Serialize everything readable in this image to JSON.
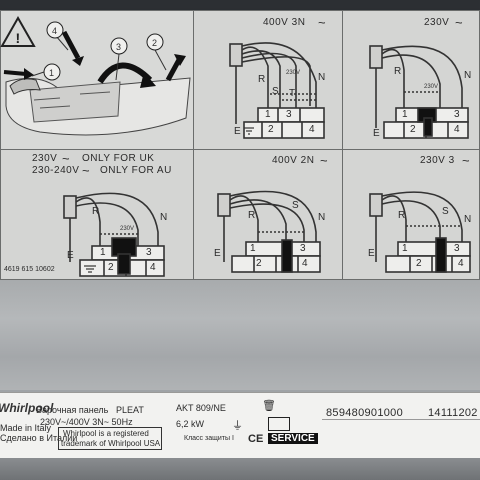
{
  "panels": {
    "top_mid": {
      "voltage": "400V 3N",
      "tilde": "~"
    },
    "top_right": {
      "voltage": "230V",
      "tilde": "~"
    },
    "bot_left": {
      "line1": "230V",
      "note1": "ONLY FOR UK",
      "line2": "230-240V",
      "note2": "ONLY FOR AU",
      "tilde": "~"
    },
    "bot_mid": {
      "voltage": "400V 2N",
      "tilde": "~"
    },
    "bot_right": {
      "voltage": "230V 3",
      "tilde": "~"
    }
  },
  "terminals": {
    "one": "1",
    "two": "2",
    "three": "3",
    "four": "4"
  },
  "wires": {
    "E": "E",
    "R": "R",
    "S": "S",
    "T": "T",
    "N": "N",
    "v230": "230V"
  },
  "install": {
    "callouts": [
      "1",
      "2",
      "3",
      "4"
    ]
  },
  "part_number": "4619 615 10602",
  "rating": {
    "brand": "Whirlpool",
    "origin": "Made in Italy",
    "origin_ru": "Сделано в Италии",
    "product_ru": "Варочная панель",
    "product": "PLEAT",
    "model": "AKT 809/NE",
    "supply": "230V~/400V 3N~ 50Hz",
    "power": "6,2 kW",
    "trademark_line1": "Whirlpool is a registered",
    "trademark_line2": "trademark of Whirlpool USA",
    "protection_class": "Класс защиты I",
    "code": "859480901000",
    "serial": "14111202",
    "service": "SERVICE"
  },
  "colors": {
    "label_bg": "#d6d7d5",
    "steel": "#a8abad",
    "ink": "#2b2b2b"
  }
}
